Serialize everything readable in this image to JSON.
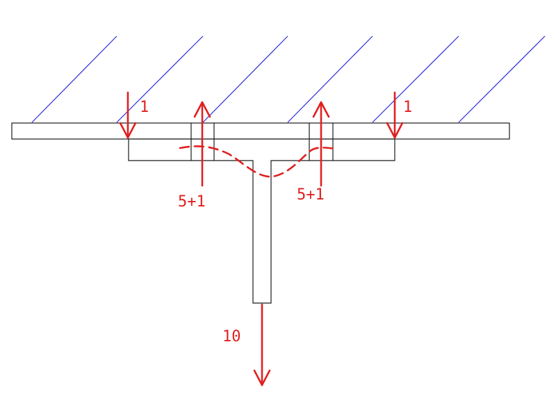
{
  "colors": {
    "hatch": "#2b2bd6",
    "outline": "#1a1a1a",
    "force": "#e02020",
    "background": "#ffffff"
  },
  "labels": {
    "left_load": "1",
    "right_load": "1",
    "left_bolt_force": "5+1",
    "right_bolt_force": "5+1",
    "applied_load": "10"
  }
}
